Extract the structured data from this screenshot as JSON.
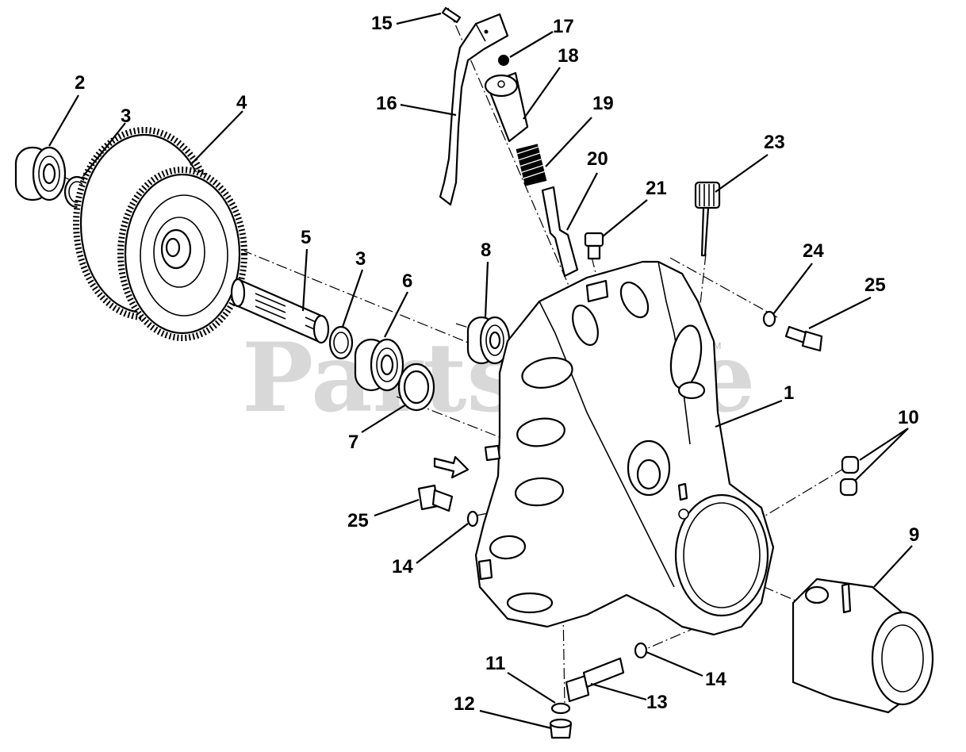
{
  "watermark": {
    "text": "PartsTree",
    "trademark": "TM"
  },
  "callouts": [
    "1",
    "2",
    "3",
    "3",
    "4",
    "5",
    "6",
    "7",
    "8",
    "9",
    "10",
    "11",
    "12",
    "13",
    "14",
    "14",
    "15",
    "16",
    "17",
    "18",
    "19",
    "20",
    "21",
    "23",
    "24",
    "25",
    "25"
  ]
}
